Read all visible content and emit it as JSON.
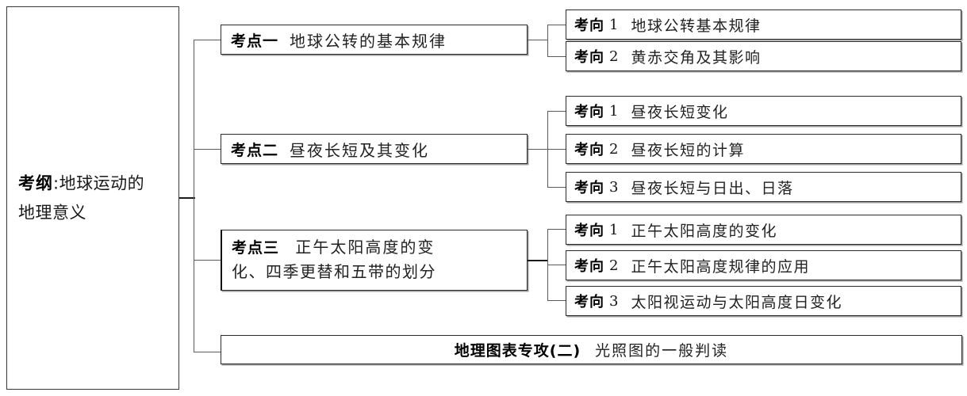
{
  "root": {
    "keyword": "考纲",
    "separator": ":",
    "line1_rest": "地球运动的",
    "line2": "地理意义"
  },
  "branches": [
    {
      "node": {
        "label": "考点一",
        "title": "地球公转的基本规律"
      },
      "children": [
        {
          "label": "考向",
          "num": "1",
          "title": "地球公转基本规律"
        },
        {
          "label": "考向",
          "num": "2",
          "title": "黄赤交角及其影响"
        }
      ]
    },
    {
      "node": {
        "label": "考点二",
        "title": "昼夜长短及其变化"
      },
      "children": [
        {
          "label": "考向",
          "num": "1",
          "title": "昼夜长短变化"
        },
        {
          "label": "考向",
          "num": "2",
          "title": "昼夜长短的计算"
        },
        {
          "label": "考向",
          "num": "3",
          "title": "昼夜长短与日出、日落"
        }
      ]
    },
    {
      "node": {
        "label": "考点三",
        "title_line1": "正午太阳高度的变",
        "title_line2": "化、四季更替和五带的划分"
      },
      "children": [
        {
          "label": "考向",
          "num": "1",
          "title": "正午太阳高度的变化"
        },
        {
          "label": "考向",
          "num": "2",
          "title": "正午太阳高度规律的应用"
        },
        {
          "label": "考向",
          "num": "3",
          "title": "太阳视运动与太阳高度日变化"
        }
      ]
    }
  ],
  "bottom": {
    "label": "地理图表专攻(二)",
    "title": "光照图的一般判读"
  },
  "colors": {
    "border": "#2b2b2b",
    "connector": "#5a5a5a",
    "text": "#1a1a1a",
    "background": "#ffffff"
  }
}
